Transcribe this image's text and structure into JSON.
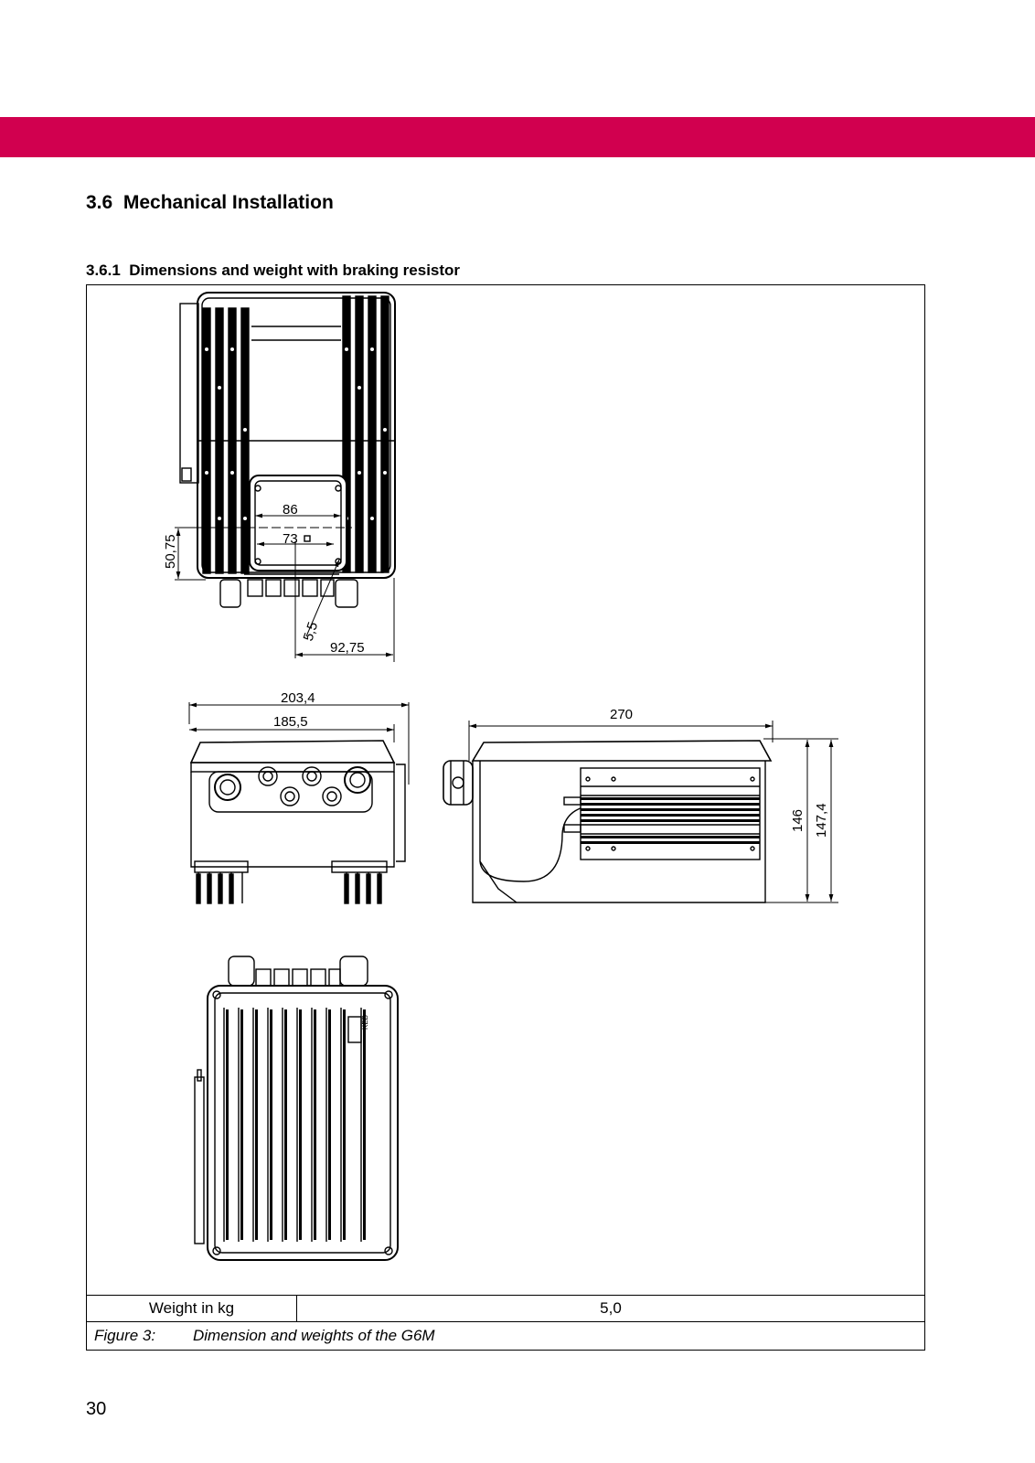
{
  "section": {
    "number": "3.6",
    "title": "Mechanical Installation"
  },
  "subsection": {
    "number": "3.6.1",
    "title": "Dimensions and weight with braking resistor"
  },
  "dimensions": {
    "top_view": {
      "d86": "86",
      "d73": "73",
      "d5075": "50,75",
      "d55": "5,5",
      "d9275": "92,75"
    },
    "front_view": {
      "d2034": "203,4",
      "d1855": "185,5"
    },
    "side_view": {
      "d270": "270",
      "d146": "146",
      "d1474": "147,4"
    },
    "logo": "KEB"
  },
  "weight_table": {
    "label": "Weight in kg",
    "value": "5,0"
  },
  "figure": {
    "label": "Figure 3:",
    "caption": "Dimension and weights of the G6M"
  },
  "page_number": "30",
  "colors": {
    "band": "#d1004f"
  }
}
